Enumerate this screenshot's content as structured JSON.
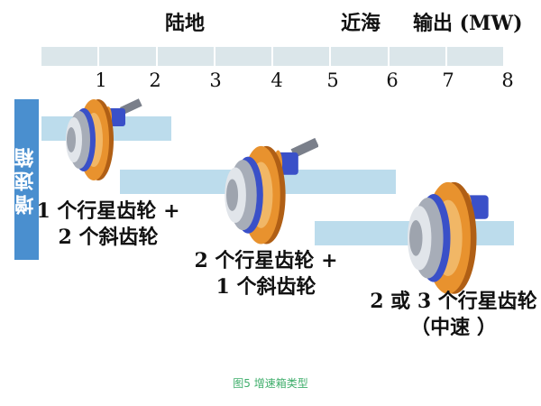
{
  "headers": {
    "land": "陆地",
    "offshore": "近海",
    "output": "输出 (MW)"
  },
  "scale": {
    "ticks": [
      "1",
      "2",
      "3",
      "4",
      "5",
      "6",
      "7",
      "8"
    ],
    "unit": "MW"
  },
  "side_label": "增速箱",
  "ranges": [
    {
      "from_mw": 0,
      "to_mw": 2.3,
      "label_lines": [
        "1 个行星齿轮 +",
        "2 个斜齿轮"
      ]
    },
    {
      "from_mw": 1.4,
      "to_mw": 6.1,
      "label_lines": [
        "2 个行星齿轮 +",
        "1 个斜齿轮"
      ]
    },
    {
      "from_mw": 4.7,
      "to_mw": 8.1,
      "label_lines": [
        "2 或 3 个行星齿轮",
        "（中速 ）"
      ]
    }
  ],
  "colors": {
    "range_band": "#bcdcec",
    "scale_bar": "#dbe6ea",
    "side_label_bg": "#4a8fcf",
    "gear_orange": "#e8922e",
    "caption": "#3fae6b"
  },
  "icons": [
    "gearbox-icon"
  ],
  "caption": "图5  增速箱类型"
}
